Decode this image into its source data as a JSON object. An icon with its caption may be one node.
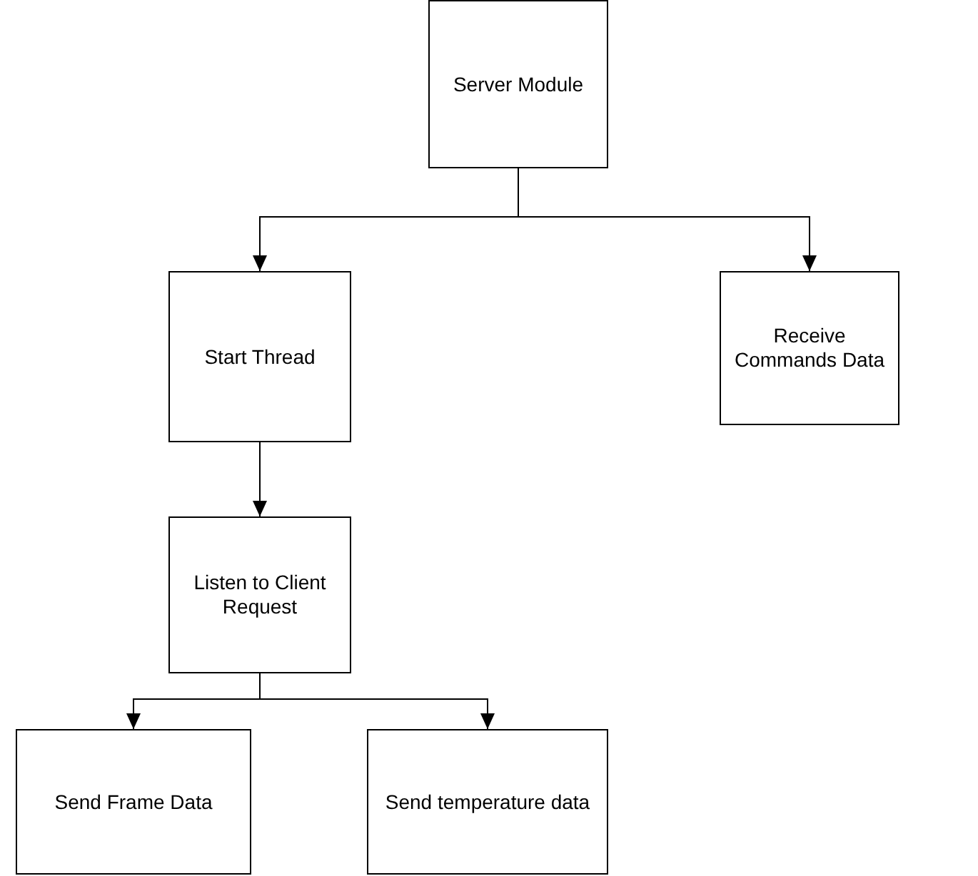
{
  "diagram": {
    "nodes": [
      {
        "text": [
          "Server Module"
        ]
      },
      {
        "text": [
          "Start Thread"
        ]
      },
      {
        "text": [
          "Receive Commands Data"
        ]
      },
      {
        "text": [
          "Listen to Client Request"
        ]
      },
      {
        "text": [
          "Send Frame Data"
        ]
      },
      {
        "text": [
          "Send temperature data"
        ]
      }
    ],
    "edges": [
      {
        "from": 0,
        "to": 1,
        "arrow": "to"
      },
      {
        "from": 0,
        "to": 2,
        "arrow": "to"
      },
      {
        "from": 1,
        "to": 3,
        "arrow": "to"
      },
      {
        "from": 3,
        "to": 4,
        "arrow": "to"
      },
      {
        "from": 3,
        "to": 5,
        "arrow": "to"
      }
    ]
  }
}
